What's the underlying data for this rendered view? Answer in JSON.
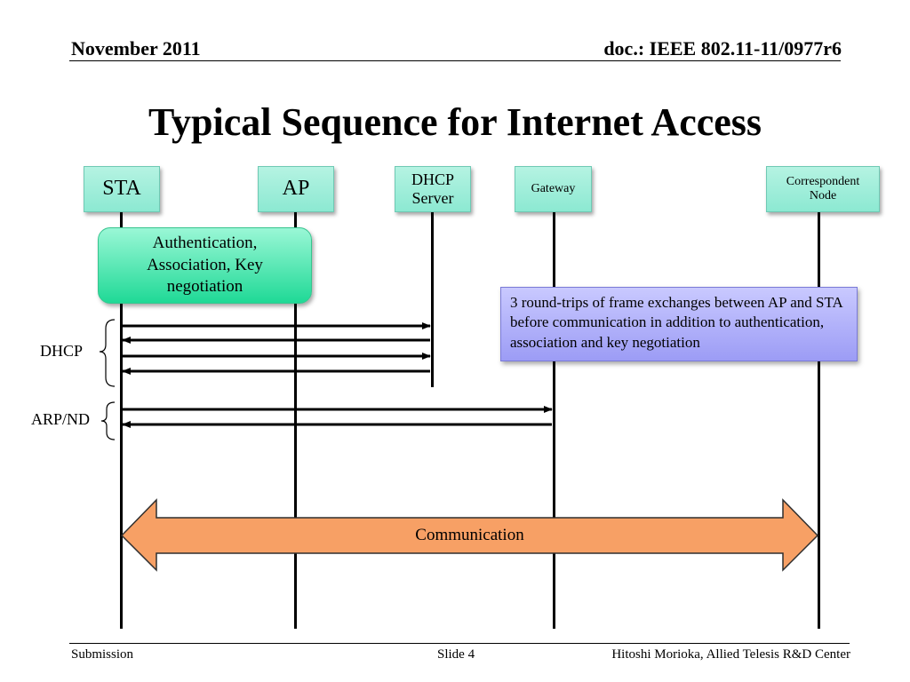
{
  "header": {
    "date": "November 2011",
    "doc": "doc.: IEEE 802.11-11/0977r6"
  },
  "title": "Typical Sequence for Internet Access",
  "entities": {
    "sta": "STA",
    "ap": "AP",
    "dhcp_line1": "DHCP",
    "dhcp_line2": "Server",
    "gateway": "Gateway",
    "cn_line1": "Correspondent",
    "cn_line2": "Node"
  },
  "auth_box": {
    "line1": "Authentication,",
    "line2": "Association, Key",
    "line3": "negotiation"
  },
  "note": {
    "text": "3 round-trips of frame exchanges between AP and STA before communication in addition to authentication, association and key negotiation"
  },
  "phases": {
    "dhcp": "DHCP",
    "arp": "ARP/ND"
  },
  "communication_label": "Communication",
  "colors": {
    "node_fill": "#a4efdc",
    "auth_fill": "#1fd996",
    "note_fill": "#b3b3fa",
    "comm_fill": "#f7a065",
    "comm_stroke": "#2f2f2f"
  },
  "footer": {
    "left": "Submission",
    "center": "Slide 4",
    "right": "Hitoshi Morioka, Allied Telesis R&D Center"
  }
}
